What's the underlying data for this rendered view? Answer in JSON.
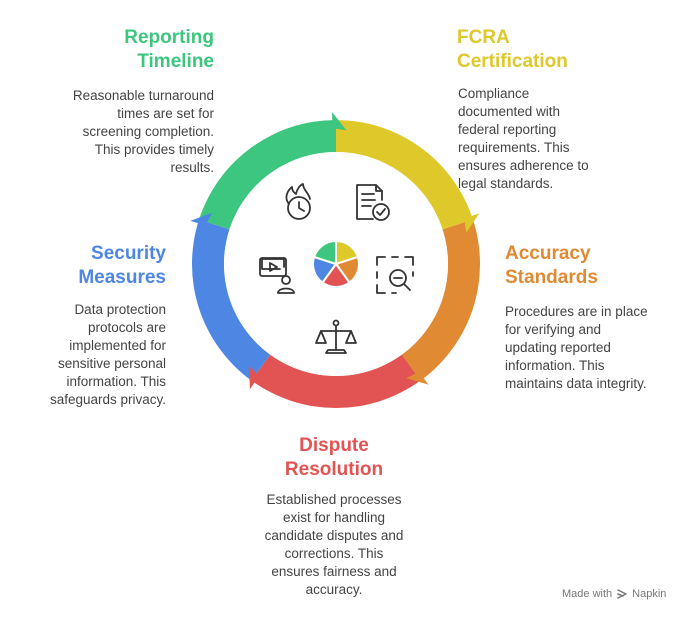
{
  "colors": {
    "fcra": "#DEC82A",
    "accuracy": "#E08A33",
    "dispute": "#E25353",
    "security": "#4E87E3",
    "reporting": "#3CC67F"
  },
  "sections": {
    "reporting": {
      "title": "Reporting\nTimeline",
      "description": "Reasonable turnaround\ntimes are set for\nscreening completion.\nThis provides timely\nresults.",
      "icon": "clock-fire-icon"
    },
    "fcra": {
      "title": "FCRA\nCertification",
      "description": "Compliance\ndocumented with\nfederal reporting\nrequirements. This\nensures adherence to\nlegal standards.",
      "icon": "certified-document-icon"
    },
    "accuracy": {
      "title": "Accuracy\nStandards",
      "description": "Procedures are in place\nfor verifying and\nupdating reported\ninformation. This\nmaintains data integrity.",
      "icon": "search-zoom-icon"
    },
    "dispute": {
      "title": "Dispute\nResolution",
      "description": "Established processes\nexist for handling\ncandidate disputes and\ncorrections. This\nensures fairness and\naccuracy.",
      "icon": "scales-icon"
    },
    "security": {
      "title": "Security\nMeasures",
      "description": "Data protection\nprotocols are\nimplemented for\nsensitive personal\ninformation. This\nsafeguards privacy.",
      "icon": "video-user-icon"
    }
  },
  "footer": {
    "made_with": "Made with",
    "brand": "Napkin"
  }
}
